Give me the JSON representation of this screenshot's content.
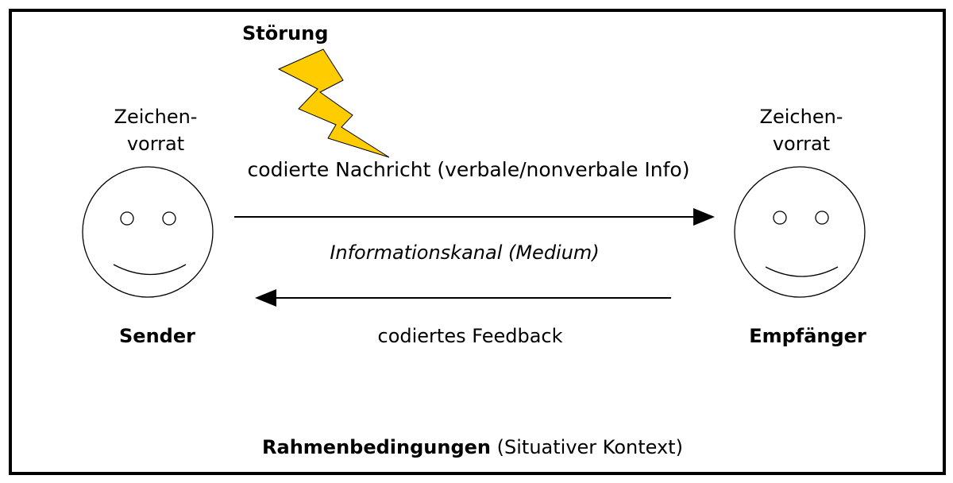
{
  "disturbance": {
    "label": "Störung",
    "icon": "lightning-icon",
    "color": "#FFCC00"
  },
  "sender": {
    "label": "Sender",
    "sign_inventory_line1": "Zeichen-",
    "sign_inventory_line2": "vorrat",
    "icon": "smiley-face-icon"
  },
  "receiver": {
    "label": "Empfänger",
    "sign_inventory_line1": "Zeichen-",
    "sign_inventory_line2": "vorrat",
    "icon": "smiley-face-icon"
  },
  "message": {
    "label": "codierte Nachricht (verbale/nonverbale Info)"
  },
  "channel": {
    "label": "Informationskanal (Medium)"
  },
  "feedback": {
    "label": "codiertes Feedback"
  },
  "context": {
    "label_bold": "Rahmenbedingungen",
    "label_rest": " (Situativer Kontext)"
  }
}
